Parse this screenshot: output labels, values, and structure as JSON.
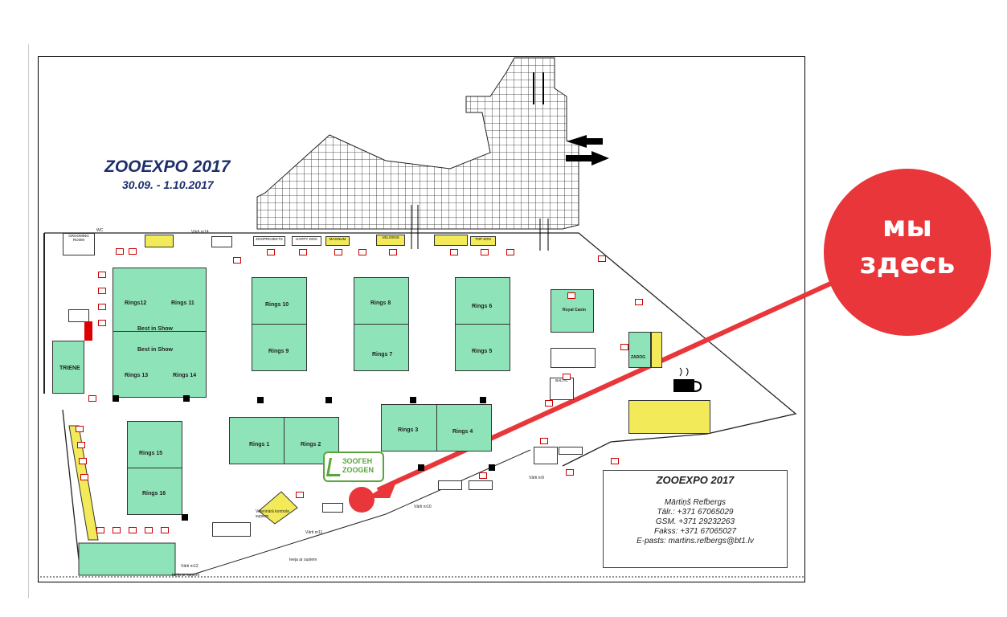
{
  "header": {
    "title": "ZOOEXPO 2017",
    "dates": "30.09. - 1.10.2017"
  },
  "rings": {
    "r12": "Rings12",
    "r11": "Rings 11",
    "best1": "Best in Show",
    "best2": "Best in Show",
    "r13": "Rings 13",
    "r14": "Rings 14",
    "r10": "Rings 10",
    "r9": "Rings 9",
    "r8": "Rings 8",
    "r7": "Rings 7",
    "r6": "Rings 6",
    "r5": "Rings 5",
    "r1": "Rings 1",
    "r2": "Rings 2",
    "r3": "Rings 3",
    "r4": "Rings 4",
    "r15": "Rings 15",
    "r16": "Rings 16"
  },
  "labels": {
    "wc": "WC",
    "grooming": "GROOMING ROOM",
    "triene": "TRIENE",
    "gate14": "Vārti nr14",
    "gate12": "Vārti nr12",
    "gate11": "Vārti nr11",
    "gate10": "Vārti nr10",
    "gate9": "Vārti nr9",
    "vet_control": "Veterinārā kontrole suņiem",
    "entry_dogs": "Ieeja ar suņiem",
    "entry_dogs2": "Ieeja ar suņiem",
    "zadog": "ZADOG",
    "baltic": "BALTIC",
    "royal_canin": "Royal Canin",
    "happy_dog": "HAPPY DOG",
    "magnum": "MAGNUM",
    "velgens": "VELGENS",
    "top_zoo": "TOP ZOO",
    "zooprojekts": "ZOOPROJEKTS"
  },
  "logo": {
    "line1": "ЗООГЕН",
    "line2": "ZOOGEN"
  },
  "contact": {
    "title": "ZOOEXPO 2017",
    "name": "Mārtiņš Refbergs",
    "tel": "Tālr.: +371 67065029",
    "gsm": "GSM. +371 29232263",
    "fax": "Fakss: +371 67065027",
    "email": "E-pasts: martins.refbergs@bt1.lv"
  },
  "callout": {
    "line1": "мы",
    "line2": "здесь"
  },
  "colors": {
    "ring": "#8fe3b8",
    "booth_yellow": "#f3ea5a",
    "callout": "#e8363a",
    "title": "#1d2e6b"
  },
  "icons": [
    "coffee-cup-icon",
    "arrow-left-icon",
    "arrow-right-icon",
    "pin-marker-icon"
  ]
}
